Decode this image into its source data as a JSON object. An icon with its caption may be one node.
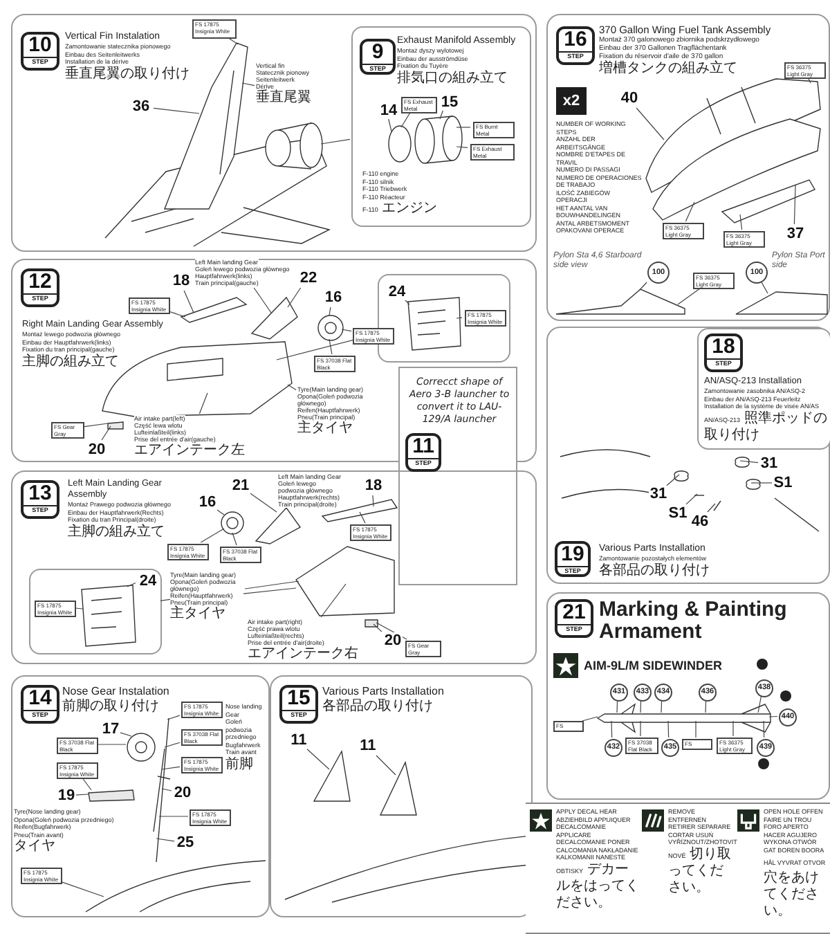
{
  "diagram": {
    "nodes": [
      {
        "text": [
          "Vertical Fin Instalation",
          "Zamontowanie statecznika pionowego",
          "Einbau des Seitenleitwerks",
          "Installation de la dérive",
          "垂直尾翼の取り付け"
        ]
      },
      {
        "text": [
          "10",
          "STEP"
        ],
        "in": 0
      },
      {
        "text": [
          "36"
        ],
        "in": 0
      },
      {
        "text": [
          "FS 17875 Insignia White"
        ],
        "in": 0
      },
      {
        "text": [
          "Vertical fin",
          "Statecznik pionowy",
          "Seitenleitwerk",
          "Dérive",
          "垂直尾翼"
        ],
        "in": 0
      },
      {
        "text": [
          "Exhaust Manifold Assembly",
          "Montaż dyszy wylotowej",
          "Einbau der ausströmdüse",
          "Fixation du Tuyère",
          "排気口の組み立て"
        ],
        "in": 0
      },
      {
        "text": [
          "9",
          "STEP"
        ],
        "in": 5
      },
      {
        "text": [
          "14"
        ],
        "in": 5
      },
      {
        "text": [
          "15"
        ],
        "in": 5
      },
      {
        "text": [
          "FS Exhaust Metal"
        ],
        "in": 5
      },
      {
        "text": [
          "FS Burnt Metal"
        ],
        "in": 5
      },
      {
        "text": [
          "FS Exhaust Metal"
        ],
        "in": 5
      },
      {
        "text": [
          "370 Gallon Wing Fuel Tank Assembly",
          "Montaż 370 galonowego zbiornika podskrzydłowego",
          "Einbau der 370 Gallonen Tragflächentank",
          "Fixation du réservoir d'aile de 370 gallon",
          "増槽タンクの組み立て"
        ]
      },
      {
        "text": [
          "16",
          "STEP"
        ],
        "in": 12
      },
      {
        "text": [
          "x2"
        ],
        "in": 12,
        "beside": [
          "NUMBER OF WORKING STEPS",
          "ANZAHL DER ARBEITSGÄNGE",
          "NOMBRE D'ETAPES DE TRAVIL",
          "NUMERO DI PASSAGI",
          "NUMERO DE OPERACIONES DE TRABAJO",
          "ILOŚĆ ZABIEGÓW OPERACJI",
          "HET AANTAL VAN BOUWHANDELINGEN",
          "ANTAL ARBETSMOMENT",
          "OPAKOVANI OPERACE"
        ]
      },
      {
        "text": [
          "40"
        ],
        "in": 12
      },
      {
        "text": [
          "37"
        ],
        "in": 12
      },
      {
        "text": [
          "FS 36375 Light Gray"
        ],
        "in": 12
      },
      {
        "text": [
          "FS 36375 Light Gray"
        ],
        "in": 12
      },
      {
        "text": [
          "FS 36375 Light Gray"
        ],
        "in": 12
      },
      {
        "text": [
          "FS 36375 Light Gray"
        ],
        "in": 12
      },
      {
        "text": [
          "100"
        ],
        "in": 12
      },
      {
        "text": [
          "100"
        ],
        "in": 12
      },
      {
        "text": [
          "Right Main Landing Gear Assembly",
          "Montaż lewego podwozia głównego",
          "Einbau der Hauptfahrwerk(links)",
          "Fixation du tran principal(gauche)",
          "主脚の組み立て"
        ]
      },
      {
        "text": [
          "12",
          "STEP"
        ],
        "in": 23
      },
      {
        "text": [
          "18"
        ],
        "in": 23
      },
      {
        "text": [
          "22"
        ],
        "in": 23
      },
      {
        "text": [
          "16"
        ],
        "in": 23
      },
      {
        "text": [
          "FS 17875 Insignia White"
        ],
        "in": 23
      },
      {
        "text": [
          "FS 17875 Insignia White"
        ],
        "in": 23
      },
      {
        "text": [
          "FS 37038 Flat Black"
        ],
        "in": 23
      },
      {
        "text": [
          "Left Main landing Gear",
          "Goleń lewego podwozia głównego",
          "Hauptfahrwerk(links)",
          "Train principal(gauche)"
        ],
        "in": 23
      },
      {
        "text": [
          "Tyre(Main landing gear)",
          "Opona(Goleń podwozia głównego)",
          "Reifen(Hauptfahrwerk)",
          "Pneu(Train principal)",
          "主タイヤ"
        ],
        "in": 23
      },
      {
        "text": [
          "Air intake part(left)",
          "Część lewa wlotu",
          "Lufteinlaßteil(links)",
          "Prise del entrée d'air(gauche)",
          "エアインテーク左"
        ],
        "in": 23
      },
      {
        "text": [
          "20"
        ],
        "in": 23
      },
      {
        "text": [
          "FS Gear Gray"
        ],
        "in": 23
      },
      {
        "text": [],
        "in": 23,
        "shape": "box"
      },
      {
        "text": [
          "24"
        ],
        "in": 36
      },
      {
        "text": [
          "FS 17875 Insignia White"
        ],
        "in": 36
      },
      {
        "text": [
          "Correcct shape of Aero 3-B launcher to convert it to LAU-129/A launcher"
        ]
      },
      {
        "text": [
          "11",
          "STEP"
        ],
        "in": 39
      },
      {
        "text": [
          "Left Main Landing Gear Assembly",
          "Montaż Prawego podwozia głównego",
          "Einbau der Hauptfahrwerk(Rechts)",
          "Fixation du tran Principal(droite)",
          "主脚の組み立て"
        ]
      },
      {
        "text": [
          "13",
          "STEP"
        ],
        "in": 41
      },
      {
        "text": [
          "21"
        ],
        "in": 41
      },
      {
        "text": [
          "18"
        ],
        "in": 41
      },
      {
        "text": [
          "16"
        ],
        "in": 41
      },
      {
        "text": [
          "Left Main landing Gear",
          "Goleń lewego podwozia głównego",
          "Hauptfahrwerk(rechts)",
          "Train principal(droite)"
        ],
        "in": 41
      },
      {
        "text": [
          "FS 17875 Insignia White"
        ],
        "in": 41
      },
      {
        "text": [
          "FS 17875 Insignia White"
        ],
        "in": 41
      },
      {
        "text": [
          "FS 37038 Flat Black"
        ],
        "in": 41
      },
      {
        "text": [],
        "in": 41,
        "shape": "box"
      },
      {
        "text": [
          "24"
        ],
        "in": 50
      },
      {
        "text": [
          "FS 17875 Insignia White"
        ],
        "in": 50
      },
      {
        "text": [
          "Tyre(Main landing gear)",
          "Opona(Goleń podwozia głównego)",
          "Reifen(Hauptfahrwerk)",
          "Pneu(Train principal)",
          "主タイヤ"
        ],
        "in": 41
      },
      {
        "text": [
          "Air intake part(right)",
          "Część prawa wlotu",
          "Lufteinlaßteil(rechts)",
          "Prise del entrée d'air(droite)",
          "エアインテーク右"
        ],
        "in": 41
      },
      {
        "text": [
          "20"
        ],
        "in": 41
      },
      {
        "text": [
          "FS Gear Gray"
        ],
        "in": 41
      },
      {
        "text": [
          "Nose Gear Instalation",
          "前脚の取り付け"
        ]
      },
      {
        "text": [
          "14",
          "STEP"
        ],
        "in": 57
      },
      {
        "text": [
          "17"
        ],
        "in": 57
      },
      {
        "text": [
          "19"
        ],
        "in": 57
      },
      {
        "text": [
          "20"
        ],
        "in": 57
      },
      {
        "text": [
          "25"
        ],
        "in": 57
      },
      {
        "text": [
          "FS 37038 Flat Black"
        ],
        "in": 57
      },
      {
        "text": [
          "FS 17875 Insignia White"
        ],
        "in": 57
      },
      {
        "text": [
          "FS 17875 Insignia White"
        ],
        "in": 57
      },
      {
        "text": [
          "FS 37038 Flat Black"
        ],
        "in": 57
      },
      {
        "text": [
          "FS 17875 Insignia White"
        ],
        "in": 57
      },
      {
        "text": [
          "FS 17875 Insignia White"
        ],
        "in": 57
      },
      {
        "text": [
          "FS 17875 Insignia White"
        ],
        "in": 57
      },
      {
        "text": [
          "Various Parts Installation",
          "各部品の取り付け"
        ]
      },
      {
        "text": [
          "15",
          "STEP"
        ],
        "in": 70
      },
      {
        "text": [
          "11"
        ],
        "in": 70
      },
      {
        "text": [
          "11"
        ],
        "in": 70
      },
      {
        "text": [
          "Various Parts Installation",
          "Zamontowanie pozostałych elementów",
          "各部品の取り付け"
        ]
      },
      {
        "text": [
          "19",
          "STEP"
        ],
        "in": 74
      },
      {
        "text": [
          "AN/ASQ-213 Installation",
          "Zamontowanie zasobnika AN/ASQ-2",
          "Einbau der AN/ASQ-213 Feuerleitz",
          "Installation de la système de visée AN/AS",
          "AN/ASQ-213 照準ポッドの取り付け"
        ],
        "in": 74
      },
      {
        "text": [
          "18",
          "STEP"
        ],
        "in": 76
      },
      {
        "text": [
          "31"
        ],
        "in": 74
      },
      {
        "text": [
          "S1"
        ],
        "in": 74
      },
      {
        "text": [
          "31"
        ],
        "in": 74
      },
      {
        "text": [
          "S1"
        ],
        "in": 74
      },
      {
        "text": [
          "46"
        ],
        "in": 74
      },
      {
        "text": [
          "Marking & Painting",
          "Armament"
        ]
      },
      {
        "text": [
          "21",
          "STEP"
        ],
        "in": 83
      },
      {
        "text": [
          "431"
        ],
        "in": 83
      },
      {
        "text": [
          "433"
        ],
        "in": 83
      },
      {
        "text": [
          "434"
        ],
        "in": 83
      },
      {
        "text": [
          "436"
        ],
        "in": 83
      },
      {
        "text": [
          "438"
        ],
        "in": 83
      },
      {
        "text": [
          "440"
        ],
        "in": 83
      },
      {
        "text": [
          "432"
        ],
        "in": 83
      },
      {
        "text": [
          "435"
        ],
        "in": 83
      },
      {
        "text": [
          "439"
        ],
        "in": 83
      },
      {
        "text": [
          "FS"
        ],
        "in": 83
      },
      {
        "text": [
          "FS 37038 Flat Black"
        ],
        "in": 83
      },
      {
        "text": [
          "FS"
        ],
        "in": 83
      },
      {
        "text": [
          "FS 36375 Light Gray"
        ],
        "in": 83
      },
      {
        "text": [],
        "in": 0,
        "shape": "picture"
      },
      {
        "text": [],
        "in": 0,
        "shape": "picture"
      },
      {
        "text": [],
        "in": 5,
        "shape": "picture"
      },
      {
        "text": [],
        "in": 5,
        "shape": "picture"
      },
      {
        "text": [],
        "in": 12,
        "shape": "picture"
      },
      {
        "text": [],
        "in": 12,
        "shape": "picture"
      },
      {
        "text": [],
        "in": 12,
        "shape": "picture"
      },
      {
        "text": [],
        "in": 12,
        "shape": "picture"
      },
      {
        "text": [],
        "in": 12,
        "shape": "picture"
      },
      {
        "text": [],
        "in": 23,
        "shape": "picture"
      },
      {
        "text": [],
        "in": 23,
        "shape": "picture"
      },
      {
        "text": [],
        "in": 23,
        "shape": "picture"
      },
      {
        "text": [],
        "in": 23,
        "shape": "picture"
      },
      {
        "text": [],
        "in": 23,
        "shape": "box"
      },
      {
        "text": [],
        "in": 36,
        "shape": "picture"
      },
      {
        "text": [],
        "in": 41,
        "shape": "picture"
      },
      {
        "text": [],
        "in": 41,
        "shape": "picture"
      },
      {
        "text": [],
        "in": 41,
        "shape": "picture"
      },
      {
        "text": [],
        "in": 41,
        "shape": "picture"
      },
      {
        "text": [],
        "in": 50,
        "shape": "picture"
      },
      {
        "text": [],
        "in": 41,
        "shape": "box"
      },
      {
        "text": [],
        "in": 57,
        "shape": "picture"
      },
      {
        "text": [],
        "in": 57,
        "shape": "picture"
      },
      {
        "text": [],
        "in": 57,
        "shape": "box"
      },
      {
        "text": [],
        "in": 57,
        "shape": "picture"
      },
      {
        "text": [],
        "in": 70,
        "shape": "picture"
      },
      {
        "text": [],
        "in": 70,
        "shape": "picture"
      },
      {
        "text": [],
        "in": 74,
        "shape": "picture"
      },
      {
        "text": [],
        "in": 74,
        "shape": "picture"
      },
      {
        "text": [],
        "in": 74,
        "shape": "picture"
      },
      {
        "text": [],
        "in": 74,
        "shape": "picture"
      },
      {
        "text": [],
        "in": 74,
        "shape": "picture"
      },
      {
        "text": [],
        "in": 83,
        "shape": "picture"
      }
    ],
    "edges": [
      {
        "from": 2,
        "to": 98,
        "arrow": "none"
      },
      {
        "from": 3,
        "to": 98,
        "arrow": "none"
      },
      {
        "from": 4,
        "to": 98,
        "arrow": "none"
      },
      {
        "from": 5,
        "to": 99,
        "arrow": "none"
      },
      {
        "from": 7,
        "to": 100,
        "arrow": "none"
      },
      {
        "from": 8,
        "to": 101,
        "arrow": "none"
      },
      {
        "from": 9,
        "to": 100,
        "arrow": "none"
      },
      {
        "from": 10,
        "to": 101,
        "arrow": "none"
      },
      {
        "from": 11,
        "to": 101,
        "arrow": "none"
      },
      {
        "from": 15,
        "to": 102,
        "arrow": "none"
      },
      {
        "from": 16,
        "to": 104,
        "arrow": "none"
      },
      {
        "from": 17,
        "to": 102,
        "arrow": "none"
      },
      {
        "from": 18,
        "to": 103,
        "arrow": "none"
      },
      {
        "from": 19,
        "to": 104,
        "arrow": "none"
      },
      {
        "from": 20,
        "to": 105,
        "arrow": "none"
      },
      {
        "from": 21,
        "to": 105,
        "arrow": "none"
      },
      {
        "from": 22,
        "to": 106,
        "arrow": "none"
      },
      {
        "from": 25,
        "to": 108,
        "arrow": "none"
      },
      {
        "from": 26,
        "to": 109,
        "arrow": "none"
      },
      {
        "from": 27,
        "to": 110,
        "arrow": "none"
      },
      {
        "from": 28,
        "to": 108,
        "arrow": "none"
      },
      {
        "from": 29,
        "to": 110,
        "arrow": "none"
      },
      {
        "from": 30,
        "to": 110,
        "arrow": "none"
      },
      {
        "from": 31,
        "to": 109,
        "arrow": "none"
      },
      {
        "from": 32,
        "to": 107,
        "arrow": "none"
      },
      {
        "from": 33,
        "to": 107,
        "arrow": "none"
      },
      {
        "from": 34,
        "to": 111,
        "arrow": "none"
      },
      {
        "from": 35,
        "to": 111,
        "arrow": "none"
      },
      {
        "from": 36,
        "to": 107,
        "arrow": "none"
      },
      {
        "from": 37,
        "to": 112,
        "arrow": "none"
      },
      {
        "from": 38,
        "to": 112,
        "arrow": "none"
      },
      {
        "from": 43,
        "to": 115,
        "arrow": "none"
      },
      {
        "from": 44,
        "to": 114,
        "arrow": "none"
      },
      {
        "from": 45,
        "to": 116,
        "arrow": "none"
      },
      {
        "from": 46,
        "to": 115,
        "arrow": "none"
      },
      {
        "from": 47,
        "to": 114,
        "arrow": "none"
      },
      {
        "from": 48,
        "to": 116,
        "arrow": "none"
      },
      {
        "from": 49,
        "to": 116,
        "arrow": "none"
      },
      {
        "from": 50,
        "to": 113,
        "arrow": "none"
      },
      {
        "from": 51,
        "to": 117,
        "arrow": "none"
      },
      {
        "from": 52,
        "to": 117,
        "arrow": "none"
      },
      {
        "from": 53,
        "to": 113,
        "arrow": "none"
      },
      {
        "from": 54,
        "to": 113,
        "arrow": "none"
      },
      {
        "from": 55,
        "to": 118,
        "arrow": "none"
      },
      {
        "from": 56,
        "to": 118,
        "arrow": "none"
      },
      {
        "from": 59,
        "to": 119,
        "arrow": "none"
      },
      {
        "from": 60,
        "to": 121,
        "arrow": "none"
      },
      {
        "from": 61,
        "to": 120,
        "arrow": "none"
      },
      {
        "from": 62,
        "to": 120,
        "arrow": "none"
      },
      {
        "from": 63,
        "to": 119,
        "arrow": "none"
      },
      {
        "from": 64,
        "to": 121,
        "arrow": "none"
      },
      {
        "from": 65,
        "to": 120,
        "arrow": "none"
      },
      {
        "from": 66,
        "to": 120,
        "arrow": "none"
      },
      {
        "from": 67,
        "to": 120,
        "arrow": "none"
      },
      {
        "from": 68,
        "to": 120,
        "arrow": "none"
      },
      {
        "from": 69,
        "to": 122,
        "arrow": "none"
      },
      {
        "from": 72,
        "to": 123,
        "arrow": "none"
      },
      {
        "from": 73,
        "to": 124,
        "arrow": "none"
      },
      {
        "from": 78,
        "to": 125,
        "arrow": "none"
      },
      {
        "from": 79,
        "to": 126,
        "arrow": "none"
      },
      {
        "from": 80,
        "to": 127,
        "arrow": "none"
      },
      {
        "from": 81,
        "to": 128,
        "arrow": "none"
      },
      {
        "from": 82,
        "to": 129,
        "arrow": "none"
      },
      {
        "from": 85,
        "to": 130,
        "arrow": "none"
      },
      {
        "from": 86,
        "to": 130,
        "arrow": "none"
      },
      {
        "from": 87,
        "to": 130,
        "arrow": "none"
      },
      {
        "from": 88,
        "to": 130,
        "arrow": "none"
      },
      {
        "from": 89,
        "to": 130,
        "arrow": "none"
      },
      {
        "from": 90,
        "to": 130,
        "arrow": "none"
      },
      {
        "from": 91,
        "to": 130,
        "arrow": "none"
      },
      {
        "from": 92,
        "to": 130,
        "arrow": "none"
      },
      {
        "from": 93,
        "to": 130,
        "arrow": "none"
      },
      {
        "from": 94,
        "to": 130,
        "arrow": "none"
      },
      {
        "from": 95,
        "to": 130,
        "arrow": "none"
      },
      {
        "from": 96,
        "to": 130,
        "arrow": "none"
      },
      {
        "from": 97,
        "to": 130,
        "arrow": "none"
      }
    ],
    "labels": [
      "F-110 engine",
      "F-110 silnik",
      "F-110 Triebwerk",
      "F-110 Réacteur",
      "F-110 エンジン",
      "Pylon Sta 4,6 Starboard side view",
      "Pylon Sta Port side",
      "AIM-9L/M SIDEWINDER",
      "Nose landing Gear",
      "Goleń podwozia przedniego",
      "Bugfahrwerk",
      "Train avant",
      "前脚",
      "Tyre(Nose landing gear)",
      "Opona(Goleń podwozia przedniego)",
      "Reifen(Bugfahrwerk)",
      "Pneu(Train avant)",
      "タイヤ"
    ],
    "legend": [
      {
        "text": "APPLY DECAL HEAR ABZIEHBILD APPUIQUER DECALCOMANIE APPLICARE DECALCOMANIE PONER CALCOMANIA NAKŁADANIE KALKOMANII NANESTE OBTISKY デカールをはってください。"
      },
      {
        "text": "REMOVE ENTFERNEN RETIRER SEPARARE CORTAR USUŃ VYŘÍZNOUT/ZHOTOVIT NOVÉ 切り取ってください。"
      },
      {
        "text": "OPEN HOLE OFFEN FAIRE UN TROU FORO APERTO HACER AGUJERO WYKONA OTWÓR GAT BOREN BOORA HÅL VYVRAT OTVOR 穴をあけてください。"
      }
    ]
  }
}
